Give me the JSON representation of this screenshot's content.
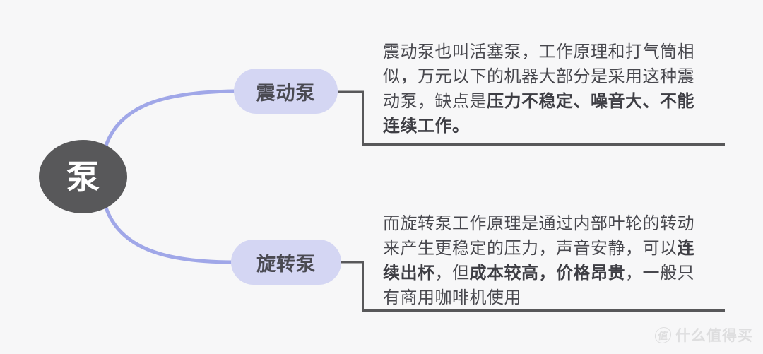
{
  "root": {
    "label": "泵"
  },
  "branches": [
    {
      "label": "震动泵",
      "lines": [
        [
          {
            "t": "震动泵也叫活塞泵，工作原理和打气筒相",
            "b": false
          }
        ],
        [
          {
            "t": "似，万元以下的机器大部分是采用这种震",
            "b": false
          }
        ],
        [
          {
            "t": "动泵，缺点是",
            "b": false
          },
          {
            "t": "压力不稳定、噪音大、不能",
            "b": true
          }
        ],
        [
          {
            "t": "连续工作。",
            "b": true
          }
        ]
      ]
    },
    {
      "label": "旋转泵",
      "lines": [
        [
          {
            "t": "而旋转泵工作原理是通过内部叶轮的转动",
            "b": false
          }
        ],
        [
          {
            "t": "来产生更稳定的压力，声音安静，可以",
            "b": false
          },
          {
            "t": "连",
            "b": true
          }
        ],
        [
          {
            "t": "续出杯",
            "b": true
          },
          {
            "t": "，但",
            "b": false
          },
          {
            "t": "成本较高，价格昂贵",
            "b": true
          },
          {
            "t": "，一般只",
            "b": false
          }
        ],
        [
          {
            "t": "有商用咖啡机使用",
            "b": false
          }
        ]
      ]
    }
  ],
  "watermark": {
    "badge": "值",
    "text": "什么值得买"
  },
  "colors": {
    "background": "#f7f7f8",
    "root_node_fill": "#58585a",
    "root_node_text": "#ffffff",
    "branch_pill_fill": "#d4d6f3",
    "branch_pill_text": "#4a4a52",
    "curve_line": "#a0a7e8",
    "connector_line": "#58585a",
    "body_text": "#48484e",
    "watermark_text": "#dededf"
  }
}
